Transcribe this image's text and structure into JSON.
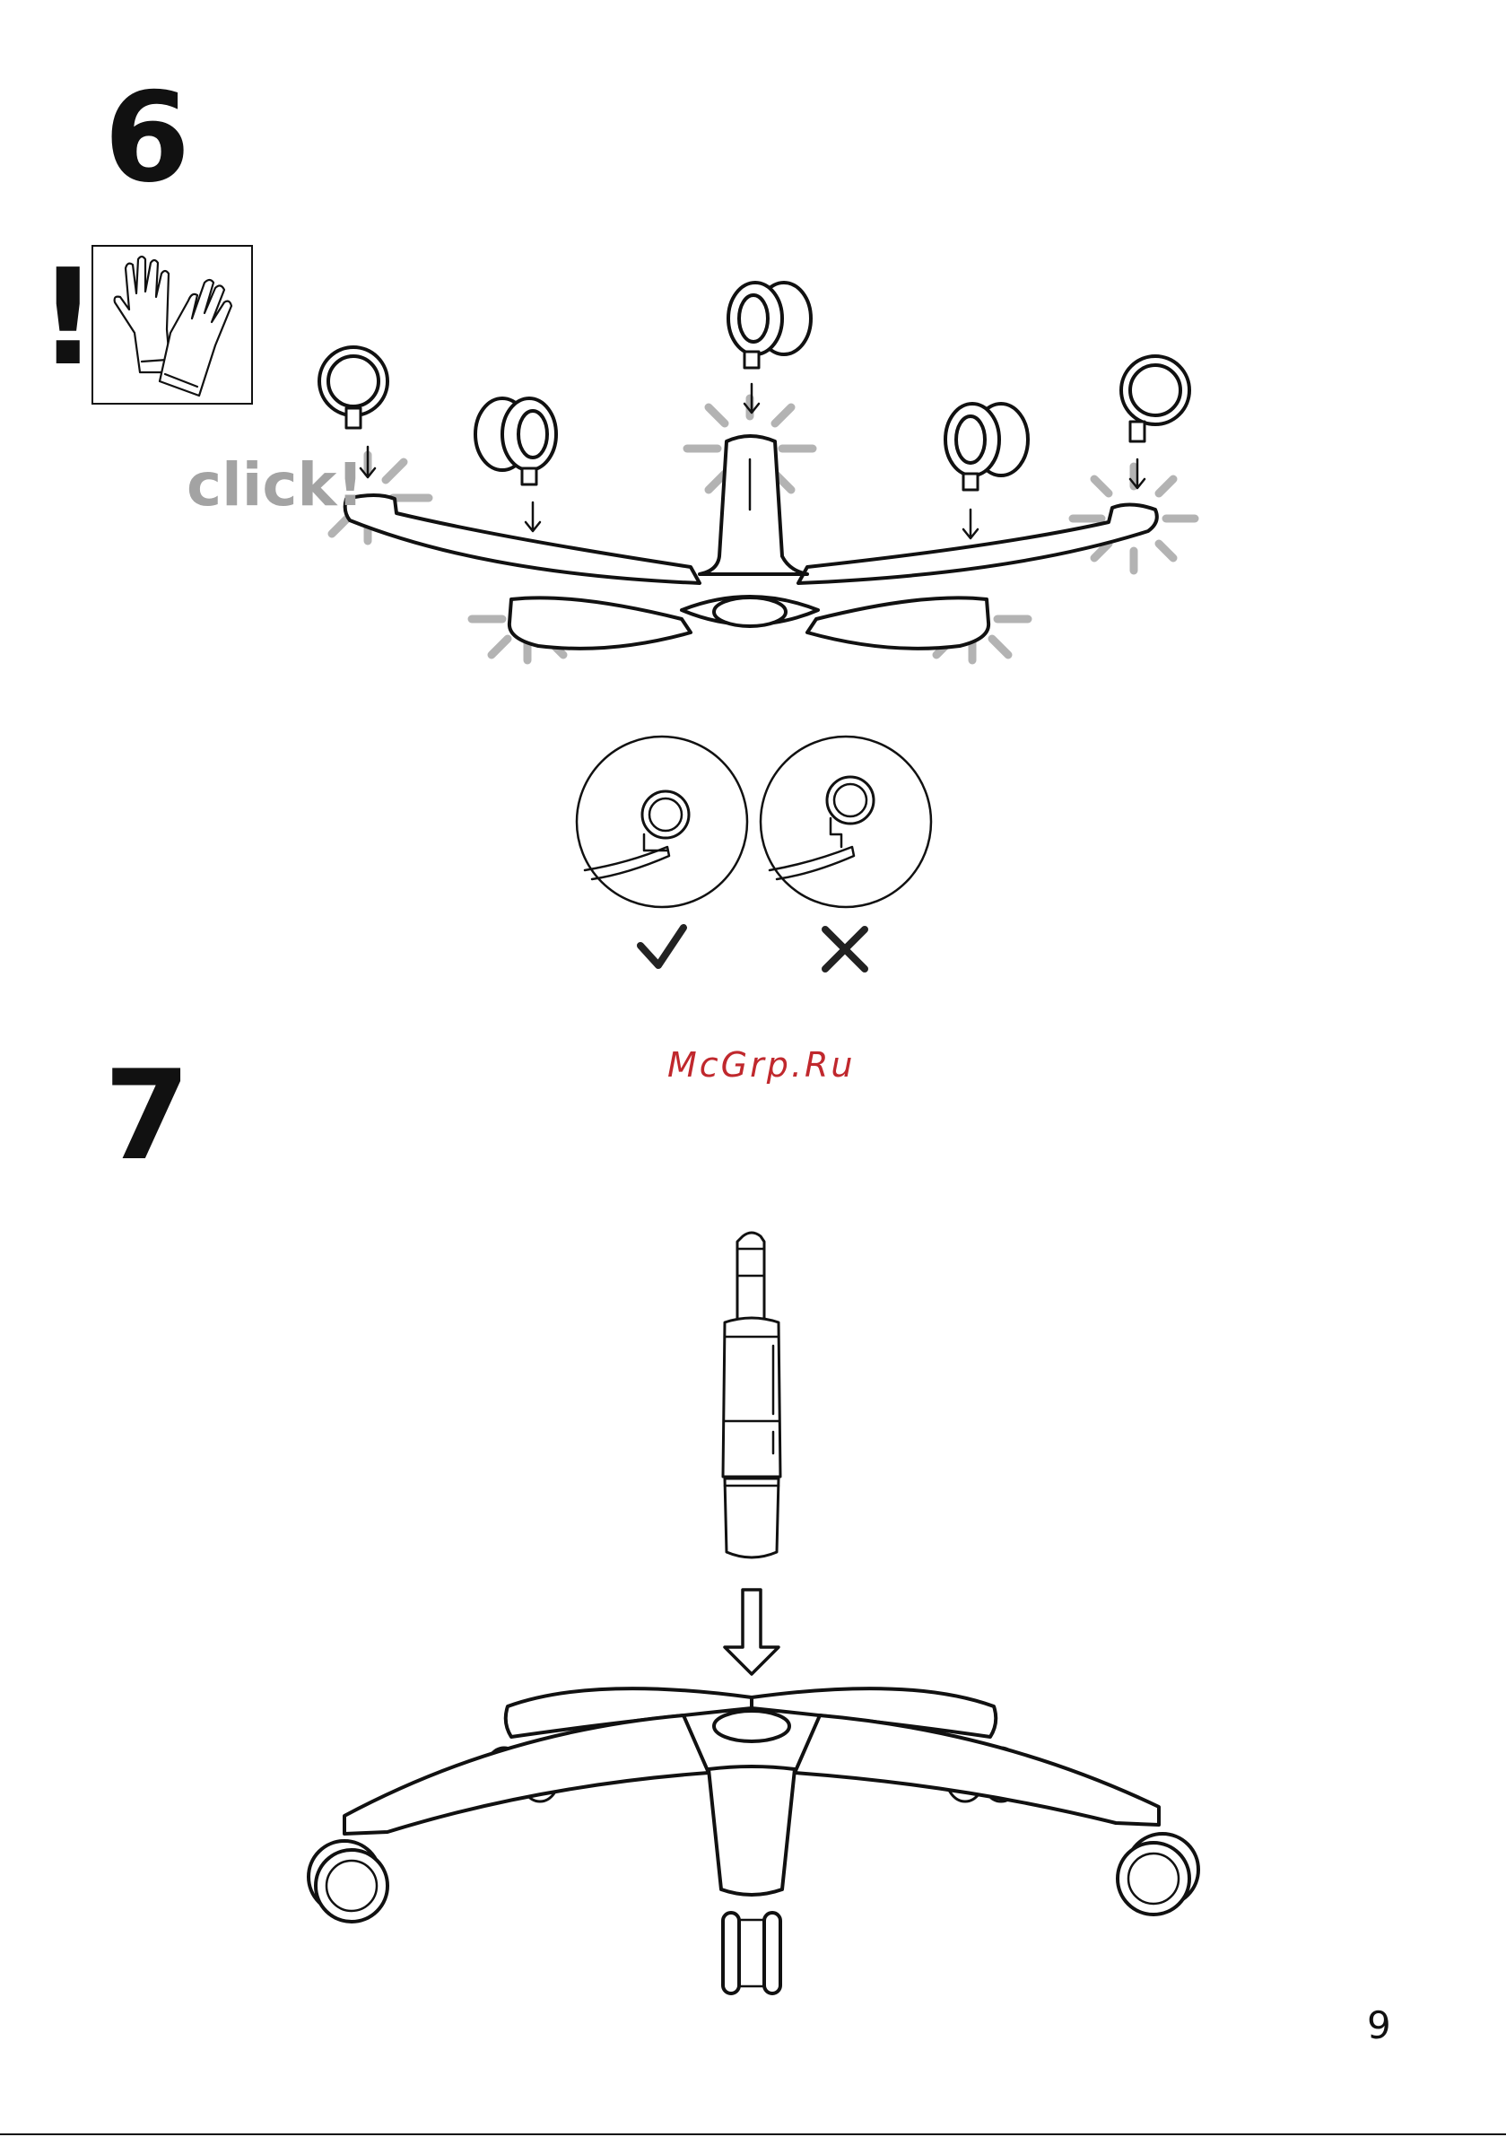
{
  "steps": {
    "step6": {
      "number": "6",
      "click_label": "click!"
    },
    "step7": {
      "number": "7"
    }
  },
  "warning": {
    "mark": "!",
    "icon": "gloves-icon"
  },
  "verification": {
    "correct_icon": "checkmark-icon",
    "incorrect_icon": "cross-icon"
  },
  "watermark": "McGrp.Ru",
  "page": {
    "number": "9"
  },
  "colors": {
    "ink": "#111111",
    "click_gray": "#a3a3a3",
    "watermark_red": "#c0282d"
  }
}
